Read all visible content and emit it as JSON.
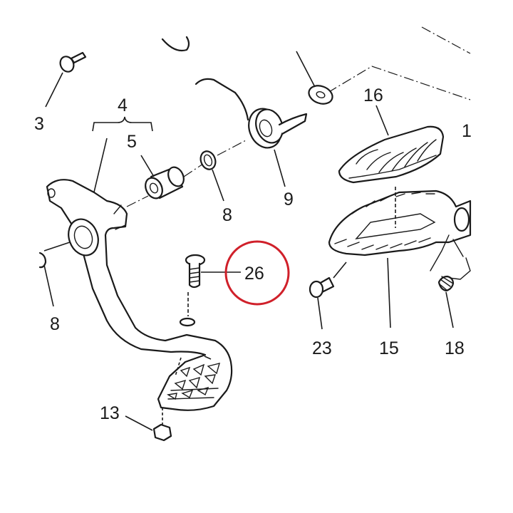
{
  "diagram": {
    "callouts": [
      {
        "id": "c4",
        "text": "4"
      },
      {
        "id": "c5",
        "text": "5"
      },
      {
        "id": "c16",
        "text": "16"
      },
      {
        "id": "c9",
        "text": "9"
      },
      {
        "id": "c8a",
        "text": "8"
      },
      {
        "id": "c8b",
        "text": "8"
      },
      {
        "id": "c26",
        "text": "26"
      },
      {
        "id": "c13",
        "text": "13"
      },
      {
        "id": "c23",
        "text": "23"
      },
      {
        "id": "c15",
        "text": "15"
      },
      {
        "id": "c18",
        "text": "18"
      },
      {
        "id": "c1_partial",
        "text": "1"
      },
      {
        "id": "c3_partial",
        "text": "3"
      }
    ],
    "highlight": {
      "target": "26",
      "color": "#d0202a"
    },
    "line_color": "#1a1a1a"
  }
}
